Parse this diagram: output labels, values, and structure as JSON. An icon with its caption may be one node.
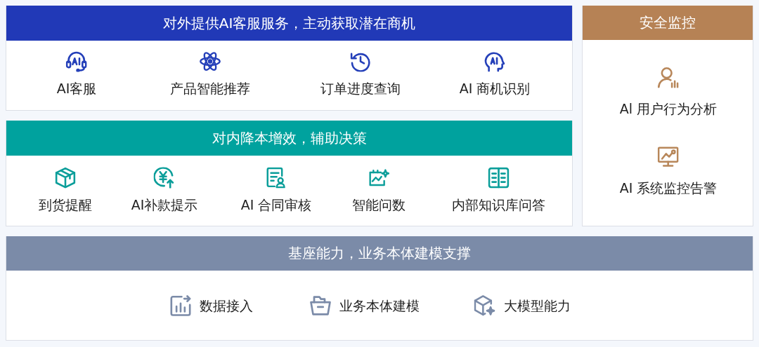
{
  "diagram": {
    "nodes": [
      {
        "text": [
          "对外提供AI客服服务，主动获取潜在商机"
        ]
      },
      {
        "text": [
          "AI客服"
        ],
        "in": 0
      },
      {
        "text": [
          "产品智能推荐"
        ],
        "in": 0
      },
      {
        "text": [
          "订单进度查询"
        ],
        "in": 0
      },
      {
        "text": [
          "AI 商机识别"
        ],
        "in": 0
      },
      {
        "text": [
          "安全监控"
        ]
      },
      {
        "text": [
          "Al 用户行为分析"
        ],
        "in": 5
      },
      {
        "text": [
          "AI 系统监控告警"
        ],
        "in": 5
      },
      {
        "text": [
          "对内降本增效，辅助决策"
        ]
      },
      {
        "text": [
          "到货提醒"
        ],
        "in": 8
      },
      {
        "text": [
          "AI补款提示"
        ],
        "in": 8
      },
      {
        "text": [
          "AI 合同审核"
        ],
        "in": 8
      },
      {
        "text": [
          "智能问数"
        ],
        "in": 8
      },
      {
        "text": [
          "内部知识库问答"
        ],
        "in": 8
      },
      {
        "text": [
          "基座能力，业务本体建模支撑"
        ]
      },
      {
        "text": [
          "数据接入"
        ],
        "in": 14
      },
      {
        "text": [
          "业务本体建模"
        ],
        "in": 14
      },
      {
        "text": [
          "大模型能力"
        ],
        "in": 14
      }
    ]
  }
}
